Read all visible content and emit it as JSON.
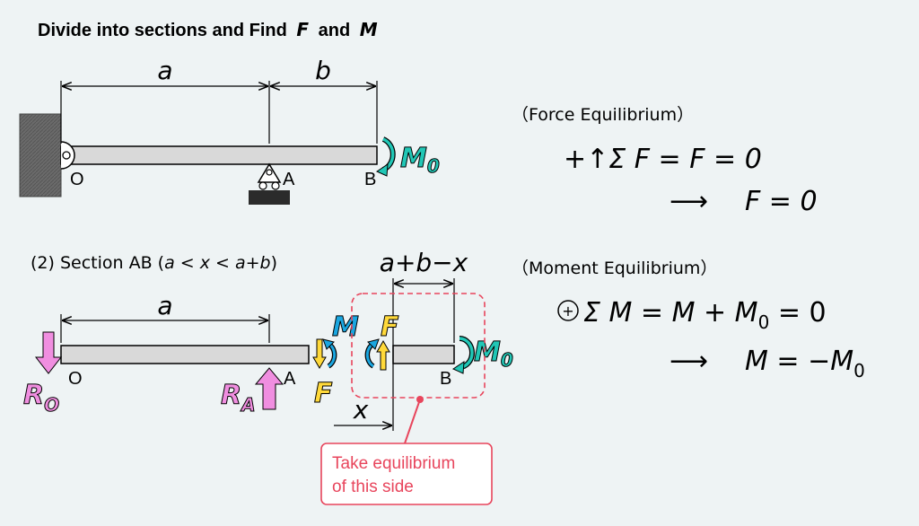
{
  "title": {
    "text": "Divide into sections and Find",
    "var1": "F",
    "and": "and",
    "var2": "M"
  },
  "upper": {
    "dim_a": "a",
    "dim_b": "b",
    "point_o": "O",
    "point_a": "A",
    "point_b": "B",
    "moment": "M",
    "moment_sub": "0"
  },
  "section": {
    "label_prefix": "(2) Section AB (",
    "range_a": "a",
    "lt1": " < ",
    "range_x": "x",
    "lt2": " < ",
    "range_ab": "a+b",
    "label_suffix": ")",
    "dim_a": "a",
    "dim_abx": "a+b−x",
    "dim_x": "x",
    "point_o": "O",
    "point_a": "A",
    "point_b": "B",
    "ro": "R",
    "ro_sub": "O",
    "ra": "R",
    "ra_sub": "A",
    "m_left": "M",
    "f_left": "F",
    "f_right": "F",
    "m0": "M",
    "m0_sub": "0",
    "callout_line1": "Take   equilibrium",
    "callout_line2": "of this side"
  },
  "force_eq": {
    "heading": "（Force Equilibrium）",
    "line1": "+↑Σ F =  F = 0",
    "arrow": "⟶",
    "line2": "F = 0"
  },
  "moment_eq": {
    "heading": "（Moment Equilibrium）",
    "sign": "+",
    "line1_a": "Σ M =  M + M",
    "line1_sub": "0",
    "line1_b": " = 0",
    "arrow": "⟶",
    "line2_a": "M = −M",
    "line2_sub": "0"
  },
  "colors": {
    "background": "#eef3f4",
    "beam_fill": "#d9d9d9",
    "wall": "#6b6b6b",
    "pink": "#f08ee0",
    "teal": "#21c7b6",
    "cyan": "#1aa6e0",
    "yellow": "#ffd93a",
    "callout": "#e8455c"
  }
}
